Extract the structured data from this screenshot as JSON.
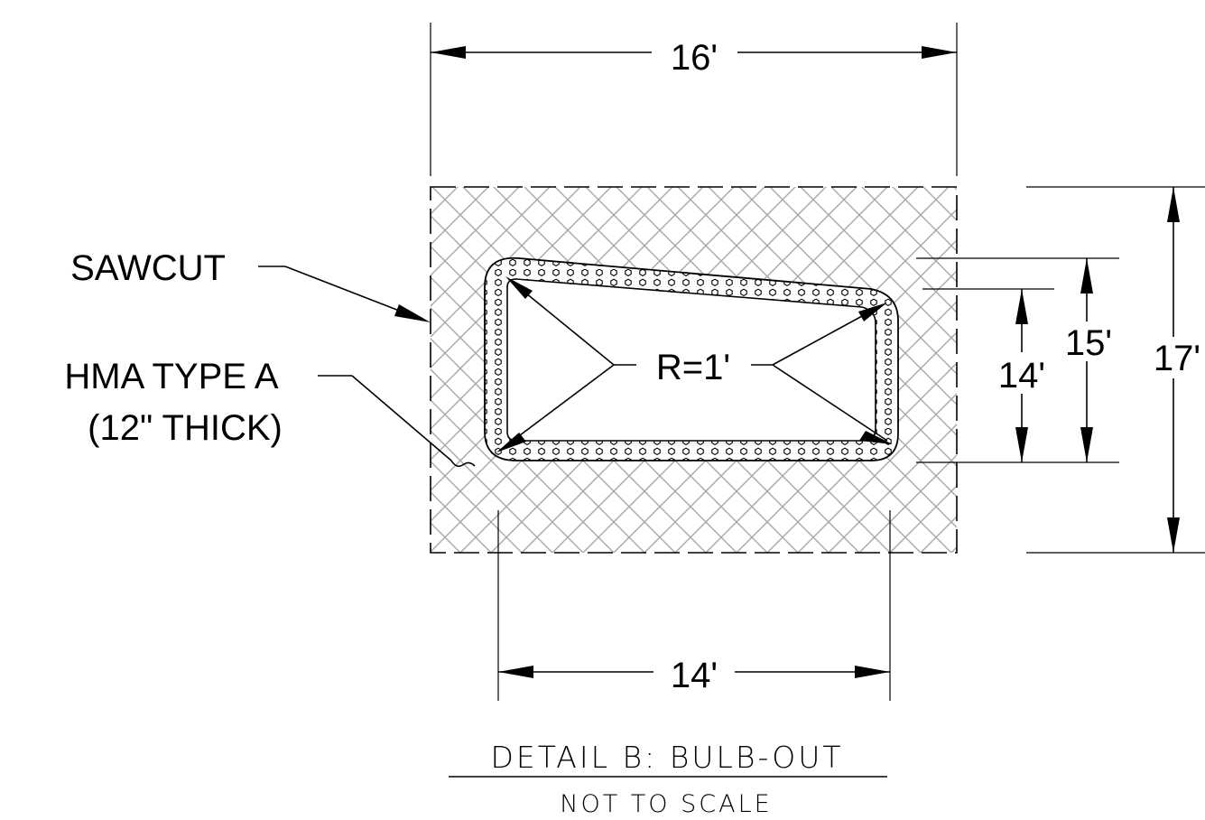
{
  "dimensions": {
    "top_width": "16'",
    "bottom_width": "14'",
    "inner_height": "14'",
    "middle_height": "15'",
    "outer_height": "17'",
    "radius": "R=1'"
  },
  "callouts": {
    "sawcut": "SAWCUT",
    "hma_line1": "HMA TYPE A",
    "hma_line2": "(12\" THICK)"
  },
  "title": {
    "main": "DETAIL B: BULB-OUT",
    "scale_note": "NOT TO SCALE"
  },
  "colors": {
    "line": "#000000",
    "hatch": "#a6a6a6"
  }
}
